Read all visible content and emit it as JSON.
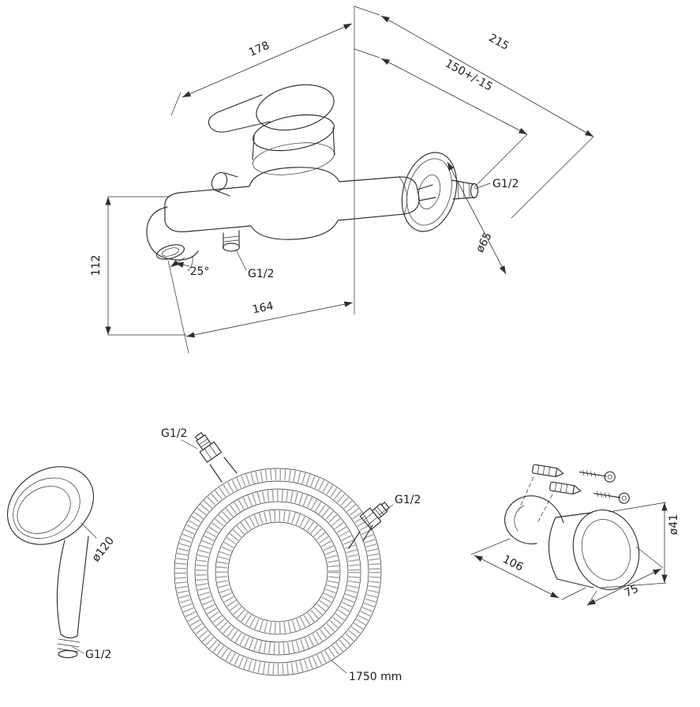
{
  "drawing": {
    "mixer": {
      "dim_width": "178",
      "dim_depth": "215",
      "dim_wall_offset": "150+/-15",
      "thread_wall": "G1/2",
      "dim_flange_diameter": "ø65",
      "dim_height": "112",
      "dim_angle": "25°",
      "thread_outlet": "G1/2",
      "dim_reach": "164"
    },
    "handshower": {
      "dim_diameter": "ø120",
      "thread": "G1/2"
    },
    "hose": {
      "thread_a": "G1/2",
      "thread_b": "G1/2",
      "dim_length": "1750 mm"
    },
    "bracket": {
      "dim_width": "106",
      "dim_depth": "75",
      "dim_diameter": "ø41"
    }
  }
}
